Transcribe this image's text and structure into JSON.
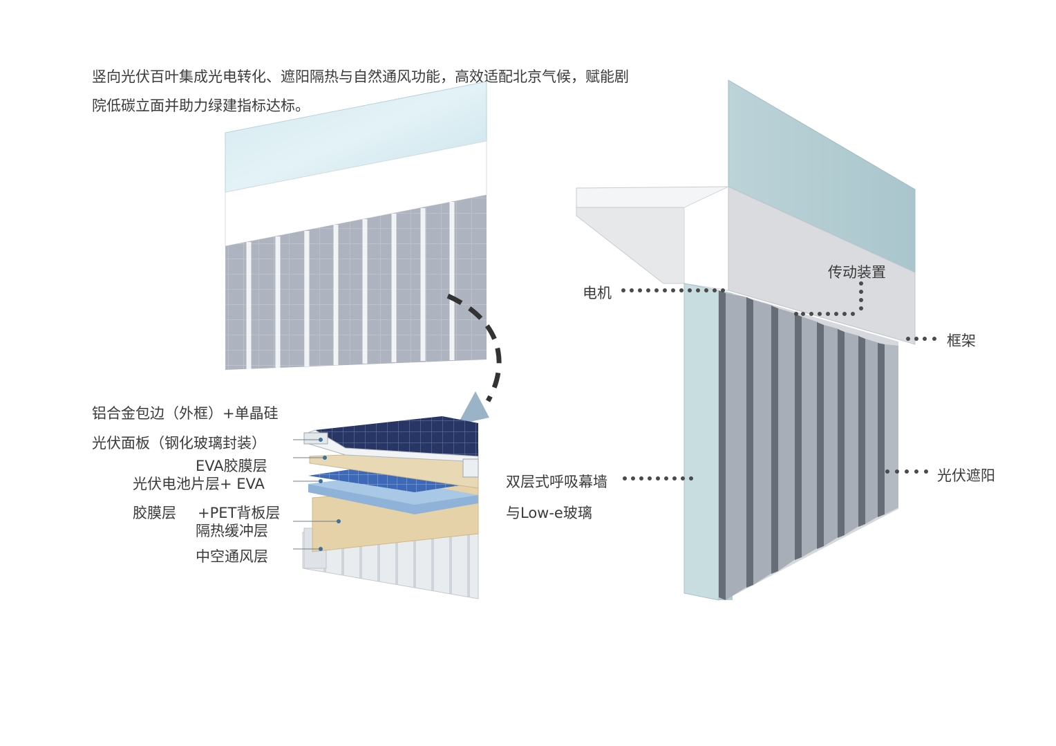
{
  "intro": {
    "line1": "竖向光伏百叶集成光电转化、遮阳隔热与自然通风功能，高效适配北京气候，赋能剧",
    "line2": "院低碳立面并助力绿建指标达标。"
  },
  "layers": {
    "frame": "铝合金包边（外框）+单晶硅",
    "panel": "光伏面板（钢化玻璃封装）",
    "eva": "EVA胶膜层",
    "cells": "光伏电池片层+ EVA",
    "backsheet_a": "胶膜层",
    "backsheet_b": "+PET背板层",
    "insulation": "隔热缓冲层",
    "hollow": "中空通风层"
  },
  "callouts": {
    "motor": "电机",
    "drive": "传动装置",
    "frame": "框架",
    "curtain_line1": "双层式呼吸幕墙",
    "curtain_line2": "与Low-e玻璃",
    "pv_shade": "光伏遮阳"
  },
  "colors": {
    "glass": "#cfe6ec",
    "pv_fin": "#a9afb9",
    "cell": "#2b3a6b",
    "insulation": "#e6d2a8",
    "blue_layer": "#a9c8e6",
    "arrow": "#9bb3c7",
    "leader": "#4a4a4a"
  }
}
